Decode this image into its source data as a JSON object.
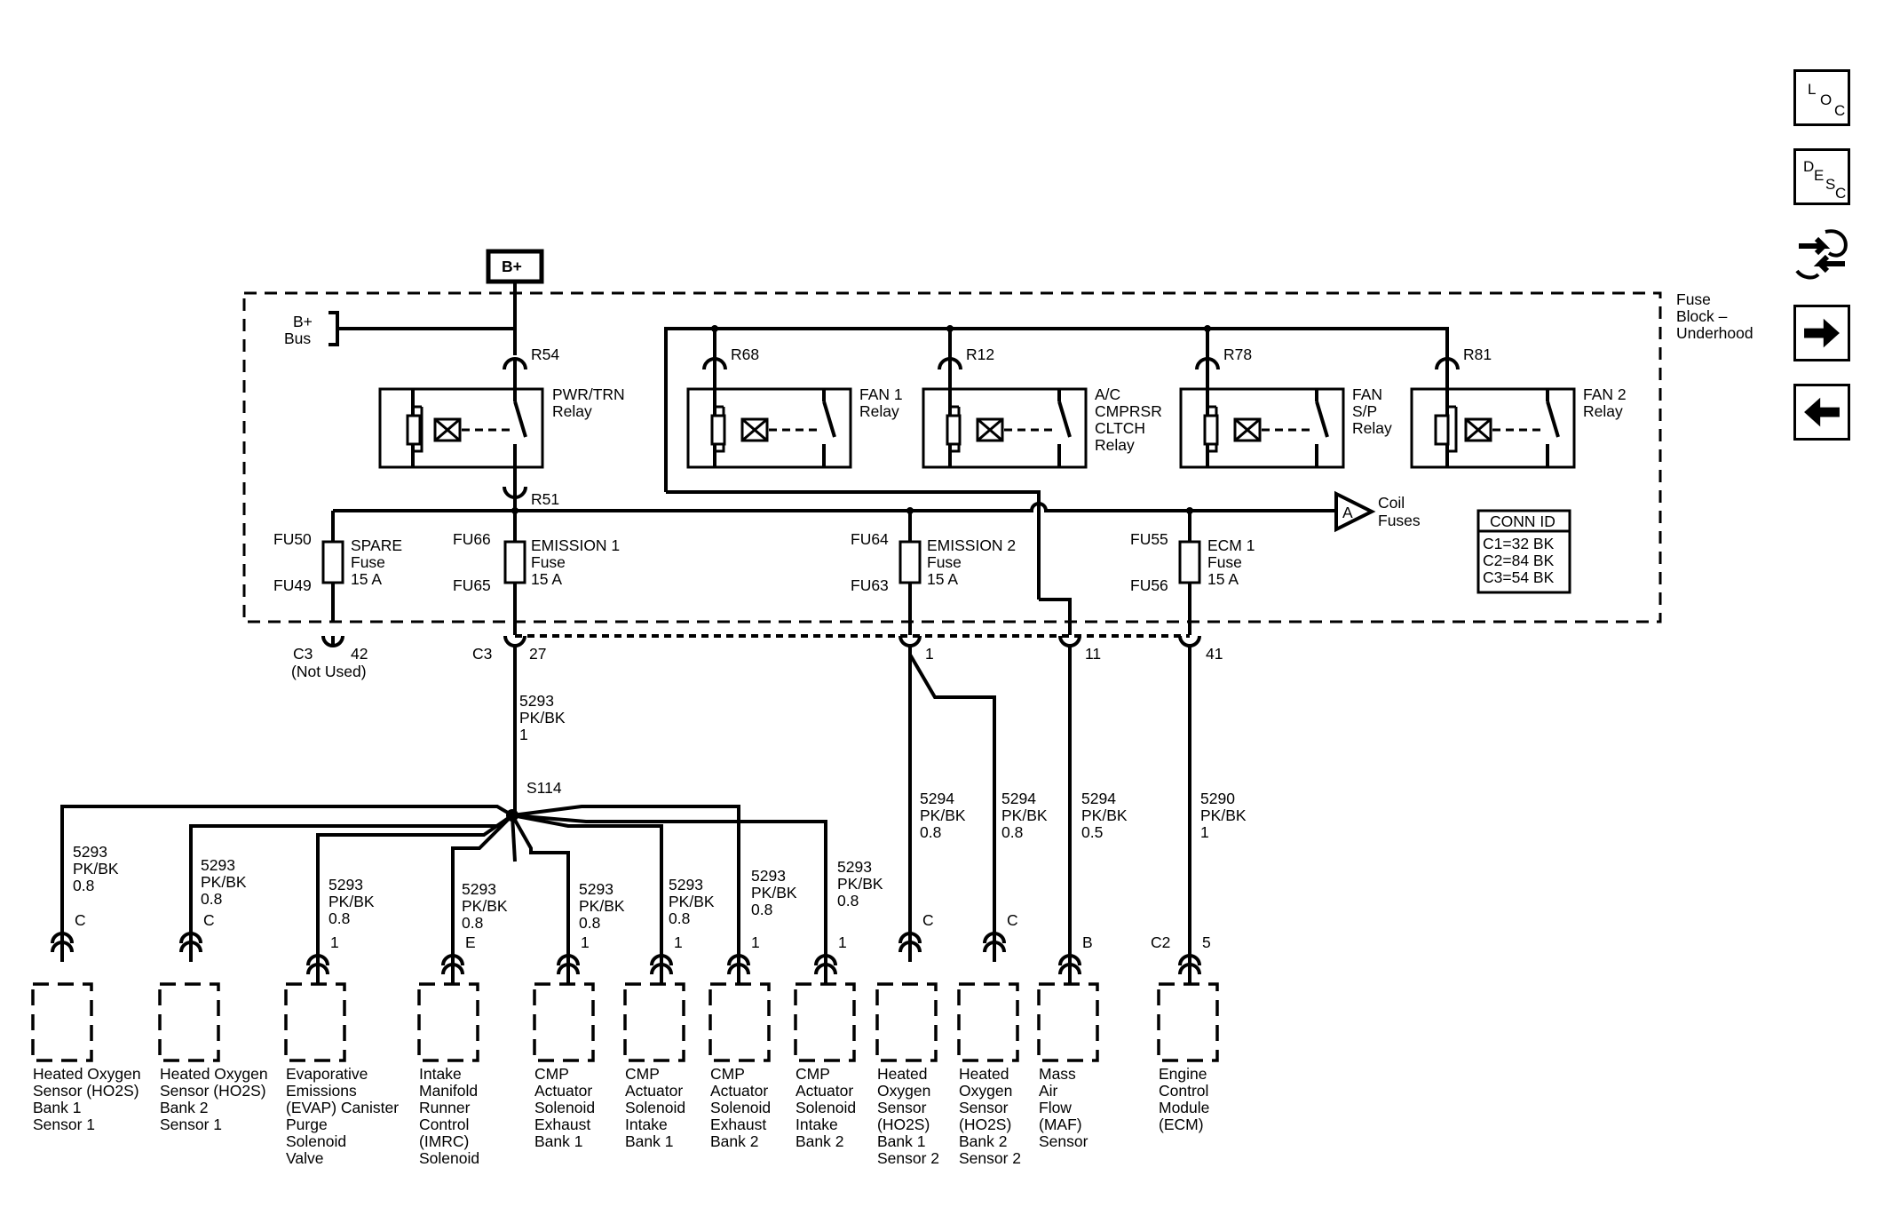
{
  "source": {
    "label": "B+"
  },
  "bus": {
    "label": [
      "B+",
      "Bus"
    ]
  },
  "fuse_block": {
    "label": [
      "Fuse",
      "Block –",
      "Underhood"
    ]
  },
  "relays": [
    {
      "id": "R54",
      "lower_id": "R51",
      "name": [
        "PWR/TRN",
        "Relay"
      ]
    },
    {
      "id": "R68",
      "name": [
        "FAN 1",
        "Relay"
      ]
    },
    {
      "id": "R12",
      "name": [
        "A/C",
        "CMPRSR",
        "CLTCH",
        "Relay"
      ]
    },
    {
      "id": "R78",
      "name": [
        "FAN",
        "S/P",
        "Relay"
      ]
    },
    {
      "id": "R81",
      "name": [
        "FAN 2",
        "Relay"
      ]
    }
  ],
  "fuses": [
    {
      "top_id": "FU50",
      "bottom_id": "FU49",
      "name": [
        "SPARE",
        "Fuse",
        "15 A"
      ]
    },
    {
      "top_id": "FU66",
      "bottom_id": "FU65",
      "name": [
        "EMISSION 1",
        "Fuse",
        "15 A"
      ]
    },
    {
      "top_id": "FU64",
      "bottom_id": "FU63",
      "name": [
        "EMISSION 2",
        "Fuse",
        "15 A"
      ]
    },
    {
      "top_id": "FU55",
      "bottom_id": "FU56",
      "name": [
        "ECM 1",
        "Fuse",
        "15 A"
      ]
    }
  ],
  "coil_fuses": {
    "ref": "A",
    "label": [
      "Coil",
      "Fuses"
    ]
  },
  "conn_id": {
    "title": "CONN ID",
    "rows": [
      "C1=32 BK",
      "C2=84 BK",
      "C3=54 BK"
    ]
  },
  "connector_pins": {
    "c3_42": {
      "conn": "C3",
      "pin": "42",
      "note": "(Not Used)"
    },
    "c3_27": {
      "conn": "C3",
      "pin": "27"
    },
    "pin_1": "1",
    "pin_11": "11",
    "pin_41": "41"
  },
  "splice": "S114",
  "wires": {
    "main": [
      "5293",
      "PK/BK",
      "1"
    ],
    "b1": [
      "5293",
      "PK/BK",
      "0.8"
    ],
    "b2": [
      "5293",
      "PK/BK",
      "0.8"
    ],
    "b3": [
      "5293",
      "PK/BK",
      "0.8"
    ],
    "b4": [
      "5293",
      "PK/BK",
      "0.8"
    ],
    "b5": [
      "5293",
      "PK/BK",
      "0.8"
    ],
    "b6": [
      "5293",
      "PK/BK",
      "0.8"
    ],
    "b7": [
      "5293",
      "PK/BK",
      "0.8"
    ],
    "b8": [
      "5293",
      "PK/BK",
      "0.8"
    ],
    "w9": [
      "5294",
      "PK/BK",
      "0.8"
    ],
    "w10": [
      "5294",
      "PK/BK",
      "0.8"
    ],
    "w11": [
      "5294",
      "PK/BK",
      "0.5"
    ],
    "w12": [
      "5290",
      "PK/BK",
      "1"
    ]
  },
  "components": [
    {
      "pin": "C",
      "label": [
        "Heated Oxygen",
        "Sensor (HO2S)",
        "Bank 1",
        "Sensor 1"
      ]
    },
    {
      "pin": "C",
      "label": [
        "Heated Oxygen",
        "Sensor (HO2S)",
        "Bank 2",
        "Sensor 1"
      ]
    },
    {
      "pin": "1",
      "label": [
        "Evaporative",
        "Emissions",
        "(EVAP) Canister",
        "Purge",
        "Solenoid",
        "Valve"
      ]
    },
    {
      "pin": "E",
      "label": [
        "Intake",
        "Manifold",
        "Runner",
        "Control",
        "(IMRC)",
        "Solenoid"
      ]
    },
    {
      "pin": "1",
      "label": [
        "CMP",
        "Actuator",
        "Solenoid",
        "Exhaust",
        "Bank 1"
      ]
    },
    {
      "pin": "1",
      "label": [
        "CMP",
        "Actuator",
        "Solenoid",
        "Intake",
        "Bank 1"
      ]
    },
    {
      "pin": "1",
      "label": [
        "CMP",
        "Actuator",
        "Solenoid",
        "Exhaust",
        "Bank 2"
      ]
    },
    {
      "pin": "1",
      "label": [
        "CMP",
        "Actuator",
        "Solenoid",
        "Intake",
        "Bank 2"
      ]
    },
    {
      "pin": "C",
      "label": [
        "Heated",
        "Oxygen",
        "Sensor",
        "(HO2S)",
        "Bank 1",
        "Sensor 2"
      ]
    },
    {
      "pin": "C",
      "label": [
        "Heated",
        "Oxygen",
        "Sensor",
        "(HO2S)",
        "Bank 2",
        "Sensor 2"
      ]
    },
    {
      "pin": "B",
      "label": [
        "Mass",
        "Air",
        "Flow",
        "(MAF)",
        "Sensor"
      ]
    },
    {
      "conn": "C2",
      "pin": "5",
      "label": [
        "Engine",
        "Control",
        "Module",
        "(ECM)"
      ]
    }
  ],
  "nav": {
    "loc": [
      "L",
      "O",
      "C"
    ],
    "desc": [
      "D",
      "E",
      "S",
      "C"
    ],
    "icons": [
      "connector-swap-icon",
      "arrow-right-icon",
      "arrow-left-icon"
    ]
  }
}
